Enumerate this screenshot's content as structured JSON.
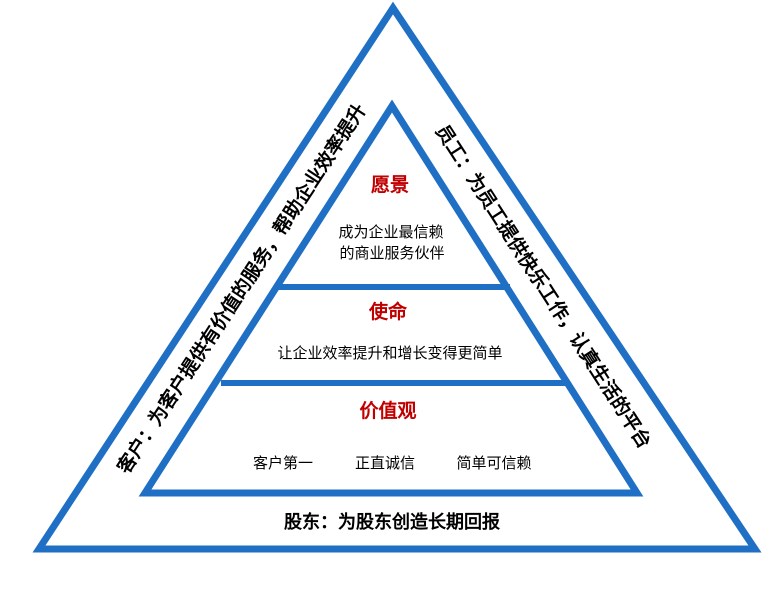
{
  "colors": {
    "frame": "#1f6fc4",
    "heading": "#c00000",
    "text": "#000000"
  },
  "pyramid": {
    "left_side": "客户：为客户提供有价值的服务，帮助企业效率提升",
    "right_side": "员工：为员工提供快乐工作，认真生活的平台",
    "bottom": "股东：为股东创造长期回报",
    "vision": {
      "title": "愿景",
      "line1": "成为企业最信赖",
      "line2": "的商业服务伙伴"
    },
    "mission": {
      "title": "使命",
      "text": "让企业效率提升和增长变得更简单"
    },
    "values": {
      "title": "价值观",
      "items": [
        "客户第一",
        "正直诚信",
        "简单可信赖"
      ]
    }
  }
}
